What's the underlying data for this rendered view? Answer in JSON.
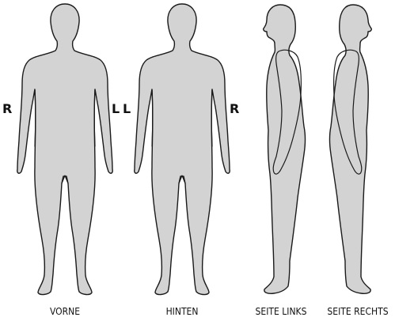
{
  "views": {
    "front": {
      "label": "VORNE",
      "left_side_marker": "R",
      "right_side_marker": "L"
    },
    "back": {
      "label": "HINTEN",
      "left_side_marker": "L",
      "right_side_marker": "R"
    },
    "left_side": {
      "label": "SEITE LINKS"
    },
    "right_side": {
      "label": "SEITE RECHTS"
    }
  },
  "colors": {
    "body_fill": "#d3d3d3",
    "outline": "#1a1a1a",
    "background": "#ffffff"
  }
}
